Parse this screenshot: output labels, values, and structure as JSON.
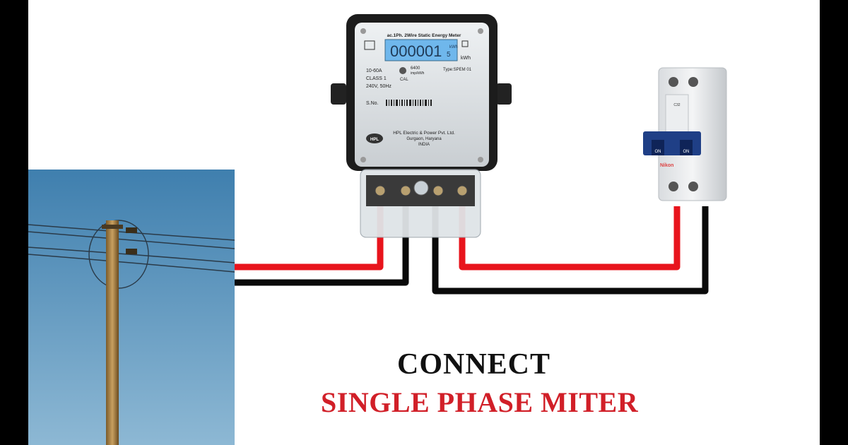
{
  "headline": {
    "line1": "CONNECT",
    "line2": "SINGLE PHASE MITER"
  },
  "meter": {
    "header": "ac.1Ph. 2Wire Static Energy Meter",
    "display_value": "000001",
    "display_decimal": "5",
    "display_unit": "kWh",
    "unit_label": "kWh",
    "current_rating": "10-60A",
    "accuracy_class": "CLASS 1",
    "supply_rating": "240V, 50Hz",
    "impulse_rate": "6400",
    "impulse_unit": "imp/kWh",
    "cal_label": "CAL",
    "type_label": "Type:SPEM 01",
    "serial_label": "S.No.",
    "manufacturer": "HPL Electric & Power Pvt. Ltd.",
    "city": "Gurgaon, Haryana",
    "country": "INDIA",
    "logo_text": "HPL"
  },
  "breaker": {
    "brand": "Nikon",
    "switch_label_left": "ON",
    "switch_label_right": "ON",
    "rating": "C32"
  },
  "wires": {
    "phase_color": "#e8141c",
    "neutral_color": "#0a0a0a"
  },
  "colors": {
    "sky_top": "#3f7fae",
    "sky_bottom": "#8db8d4",
    "lcd": "#6fb7ec",
    "title_accent": "#d11f28"
  }
}
